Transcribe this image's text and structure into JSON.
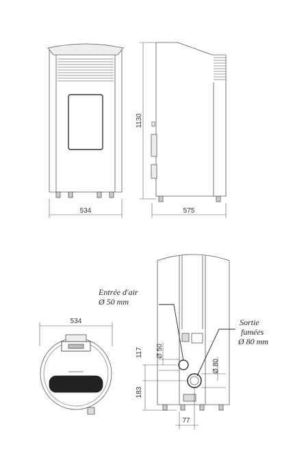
{
  "dimensions": {
    "front_width": "534",
    "height": "1130",
    "side_depth": "575",
    "top_width": "534",
    "rear_offset_117": "117",
    "rear_offset_183": "183",
    "rear_horizontal_77": "77",
    "diameter_50": "Ø 50",
    "diameter_80": "Ø 80"
  },
  "annotations": {
    "air_inlet_line1": "Entrée d'air",
    "air_inlet_line2": "Ø 50 mm",
    "smoke_outlet_line1": "Sortie",
    "smoke_outlet_line2": "fumées",
    "smoke_outlet_line3": "Ø 80 mm"
  }
}
